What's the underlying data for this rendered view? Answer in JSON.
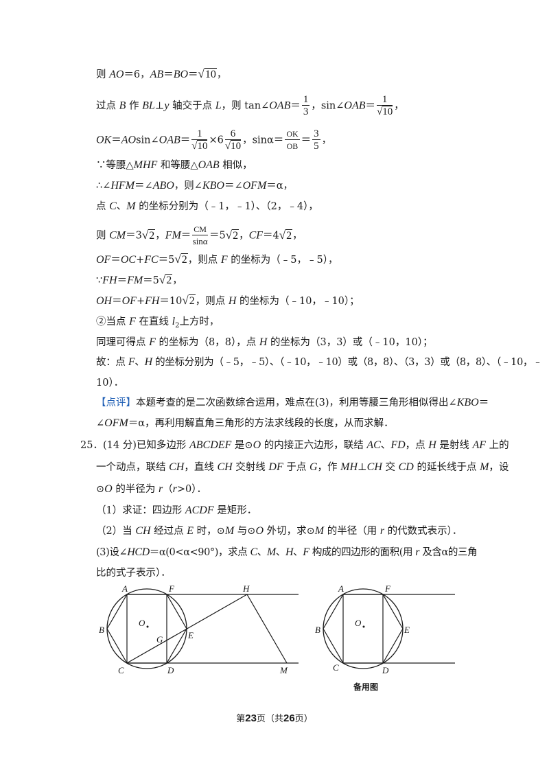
{
  "l1": {
    "a": "则 ",
    "b": "AO",
    "c": "＝6，",
    "d": "AB",
    "e": "＝",
    "f": "BO",
    "g": "＝",
    "h": "10",
    "i": "，"
  },
  "l2": {
    "a": "过点 ",
    "b": "B",
    "c": " 作 ",
    "d": "BL",
    "e": "⊥",
    "f": "y",
    "g": " 轴交于点 ",
    "h": "L",
    "i": "，则 tan∠",
    "j": "OAB",
    "k": "＝",
    "n1": "1",
    "d1": "3",
    "l": "，sin∠",
    "m": "OAB",
    "o": "＝",
    "n2": "1",
    "d2": "10",
    "p": "，"
  },
  "l3": {
    "a": "OK",
    "b": "＝",
    "c": "AO",
    "d": "sin∠",
    "e": "OAB",
    "f": "＝",
    "n1": "1",
    "d1": "10",
    "g": "×6",
    "n2": "6",
    "d2": "10",
    "h": "，sinα＝",
    "n3": "OK",
    "d3": "OB",
    "i": "＝",
    "n4": "3",
    "d4": "5",
    "j": "，"
  },
  "l4": {
    "a": "∵等腰△",
    "b": "MHF",
    "c": " 和等腰△",
    "d": "OAB",
    "e": " 相似，"
  },
  "l5": {
    "a": "∴∠",
    "b": "HFM",
    "c": "＝∠",
    "d": "ABO",
    "e": "，则∠",
    "f": "KBO",
    "g": "＝∠",
    "h": "OFM",
    "i": "＝α，"
  },
  "l6": {
    "a": "点 ",
    "b": "C",
    "c": "、",
    "d": "M",
    "e": " 的坐标分别为（﹣1，﹣1）、（2，﹣4），"
  },
  "l7": {
    "a": "则 ",
    "b": "CM",
    "c": "＝3",
    "d": "2",
    "e": "，",
    "f": "FM",
    "g": "＝",
    "n1": "CM",
    "d1": "sinα",
    "h": "＝5",
    "i": "2",
    "j": "，",
    "k": "CF",
    "l": "＝4",
    "m": "2",
    "n": "，"
  },
  "l8": {
    "a": "OF",
    "b": "＝",
    "c": "OC",
    "d": "+",
    "e": "FC",
    "f": "＝5",
    "g": "2",
    "h": "，则点 ",
    "i": "F",
    "j": " 的坐标为（﹣5，﹣5），"
  },
  "l9": {
    "a": "∵",
    "b": "FH",
    "c": "＝",
    "d": "FM",
    "e": "＝5",
    "f": "2",
    "g": "，"
  },
  "l10": {
    "a": "OH",
    "b": "＝",
    "c": "OF",
    "d": "+",
    "e": "FH",
    "f": "＝10",
    "g": "2",
    "h": "，则点 ",
    "i": "H",
    "j": " 的坐标为（﹣10，﹣10）；"
  },
  "l11": {
    "a": "②当点 ",
    "b": "F",
    "c": " 在直线 ",
    "d": "l",
    "e": "2",
    "f": "上方时，"
  },
  "l12": {
    "a": "同理可得点 ",
    "b": "F",
    "c": " 的坐标为（8，8），点 ",
    "d": "H",
    "e": " 的坐标为（3，3）或（﹣10，10）；"
  },
  "l13": {
    "a": "故：点 ",
    "b": "F",
    "c": "、",
    "d": "H",
    "e": " 的坐标分别为（﹣5，﹣5）、（﹣10，﹣10）或（8，8）、（3，3）或（8，8）、（﹣10，﹣"
  },
  "l14": {
    "a": "10）．"
  },
  "l15": {
    "a": "【点评】",
    "b": "本题考查的是二次函数综合运用，难点在(3)，利用等腰三角形相似得出∠",
    "c": "KBO",
    "d": "＝"
  },
  "l16": {
    "a": "∠",
    "b": "OFM",
    "c": "＝α，再利用解直角三角形的方法求线段的长度，从而求解．"
  },
  "q25": {
    "num": "25．",
    "l1": {
      "a": "(14 分)已知多边形 ",
      "b": "ABCDEF",
      "c": " 是⊙",
      "d": "O",
      "e": " 的内接正六边形，联结 ",
      "f": "AC",
      "g": "、",
      "h": "FD",
      "i": "，点 ",
      "j": "H",
      "k": " 是射线 ",
      "l": "AF",
      "m": " 上的"
    },
    "l2": {
      "a": "一个动点，联结 ",
      "b": "CH",
      "c": "，直线 ",
      "d": "CH",
      "e": " 交射线 ",
      "f": "DF",
      "g": " 于点 ",
      "h": "G",
      "i": "，作 ",
      "j": "MH",
      "k": "⊥",
      "l": "CH",
      "m": " 交 ",
      "n": "CD",
      "o": " 的延长线于点 ",
      "p": "M",
      "q": "，设"
    },
    "l3": {
      "a": "⊙",
      "b": "O",
      "c": " 的半径为 ",
      "d": "r",
      "e": "（",
      "f": "r",
      "g": ">0）．"
    },
    "l4": {
      "a": "（1）求证：四边形 ",
      "b": "ACDF",
      "c": " 是矩形．"
    },
    "l5": {
      "a": "（2）当 ",
      "b": "CH",
      "c": " 经过点 ",
      "d": "E",
      "e": " 时，⊙",
      "f": "M",
      "g": " 与⊙",
      "h": "O",
      "i": " 外切，求⊙",
      "j": "M",
      "k": " 的半径（用 ",
      "l": "r",
      "m": " 的代数式表示）．"
    },
    "l6": {
      "a": "(3)设∠",
      "b": "HCD",
      "c": "＝α(0<α<90°)，求点 ",
      "d": "C",
      "e": "、",
      "f": "M",
      "g": "、",
      "h": "H",
      "i": "、",
      "j": "F",
      "k": " 构成的四边形的面积(用 ",
      "l": "r",
      "m": " 及含α的三角"
    },
    "l7": {
      "a": "比的式子表示）．"
    }
  },
  "figure1": {
    "A": "A",
    "F": "F",
    "H": "H",
    "B": "B",
    "O": "O",
    "E": "E",
    "G": "G",
    "C": "C",
    "D": "D",
    "M": "M"
  },
  "figure2": {
    "A": "A",
    "F": "F",
    "B": "B",
    "O": "O",
    "E": "E",
    "C": "C",
    "D": "D",
    "caption": "备用图"
  },
  "footer": {
    "a": "第",
    "b": "23",
    "c": "页（共",
    "d": "26",
    "e": "页）"
  }
}
